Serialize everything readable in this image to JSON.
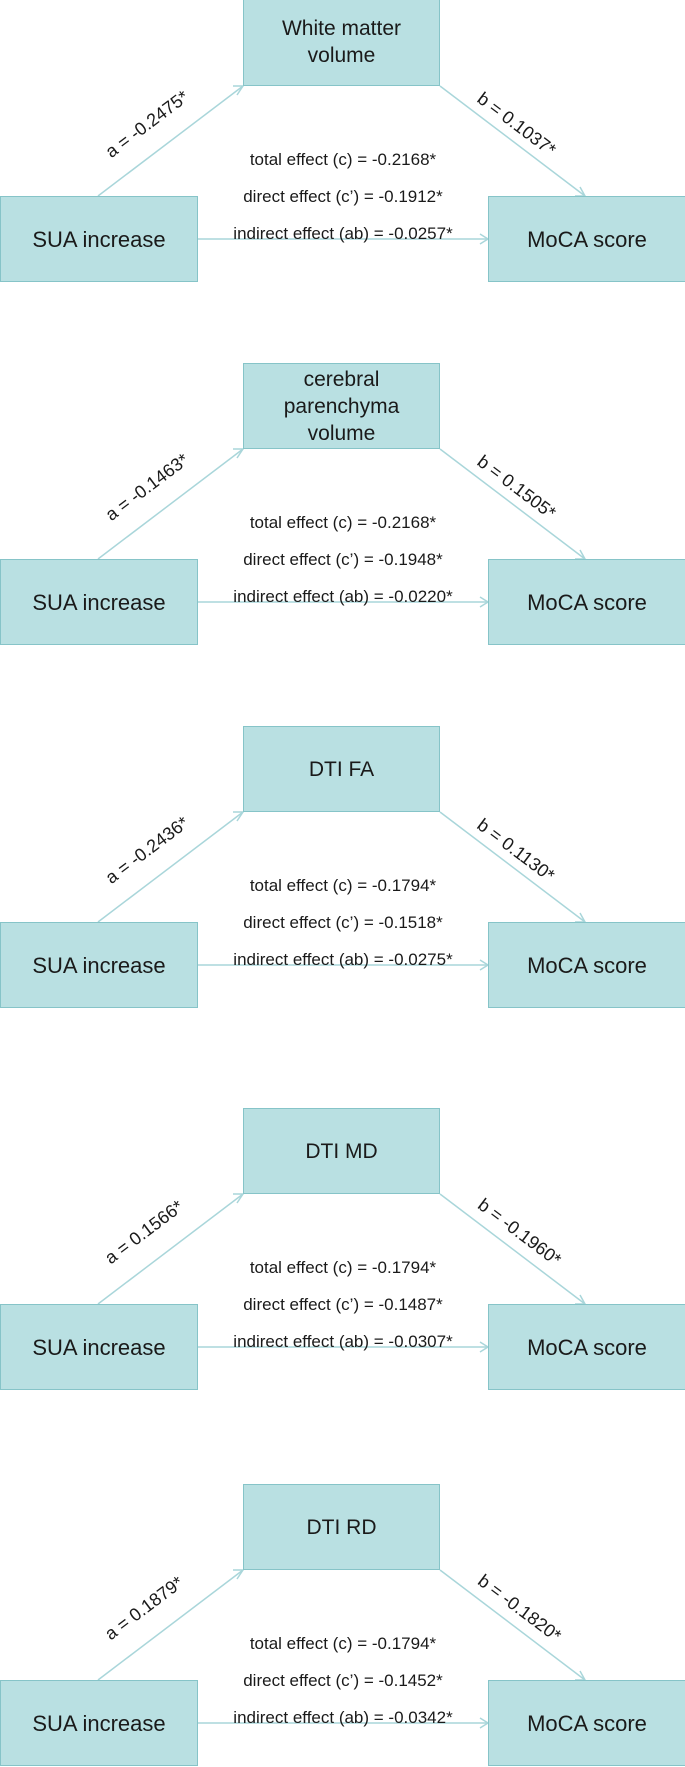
{
  "panels": [
    {
      "mediator": "White matter\nvolume",
      "a_label": "a = -0.2475*",
      "b_label": "b = 0.1037*",
      "total": "total effect (c) = -0.2168*",
      "direct": "direct effect (c’) = -0.1912*",
      "indirect": "indirect effect (ab) = -0.0257*",
      "x_box": "SUA increase",
      "y_box": "MoCA score"
    },
    {
      "mediator": "cerebral\nparenchyma\nvolume",
      "a_label": "a = -0.1463*",
      "b_label": "b = 0.1505*",
      "total": "total effect (c) = -0.2168*",
      "direct": "direct effect (c’) = -0.1948*",
      "indirect": "indirect effect (ab) = -0.0220*",
      "x_box": "SUA increase",
      "y_box": "MoCA score"
    },
    {
      "mediator": "DTI FA",
      "a_label": "a = -0.2436*",
      "b_label": "b = 0.1130*",
      "total": "total effect (c) = -0.1794*",
      "direct": "direct effect (c’) = -0.1518*",
      "indirect": "indirect effect (ab) = -0.0275*",
      "x_box": "SUA increase",
      "y_box": "MoCA score"
    },
    {
      "mediator": "DTI MD",
      "a_label": "a = 0.1566*",
      "b_label": "b = -0.1960*",
      "total": "total effect (c) = -0.1794*",
      "direct": "direct effect (c’) = -0.1487*",
      "indirect": "indirect effect (ab) = -0.0307*",
      "x_box": "SUA increase",
      "y_box": "MoCA score"
    },
    {
      "mediator": "DTI RD",
      "a_label": "a = 0.1879*",
      "b_label": "b = -0.1820*",
      "total": "total effect (c) = -0.1794*",
      "direct": "direct effect (c’) = -0.1452*",
      "indirect": "indirect effect (ab) = -0.0342*",
      "x_box": "SUA increase",
      "y_box": "MoCA score"
    }
  ],
  "colors": {
    "box_fill": "#b9e0e2",
    "box_border": "#86c4c8",
    "arrow": "#a9d6da"
  }
}
